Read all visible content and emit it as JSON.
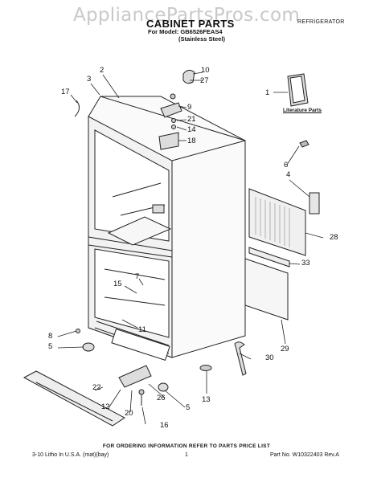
{
  "watermark": "AppliancePartsPros.com",
  "header": {
    "title": "CABINET PARTS",
    "doc_type": "REFRIGERATOR",
    "model_line": "For Model: GB6526FEAS4",
    "finish": "(Stainless Steel)"
  },
  "literature_label": "Literature Parts",
  "callouts": [
    "1",
    "2",
    "3",
    "4",
    "5",
    "5",
    "6",
    "7",
    "8",
    "9",
    "10",
    "11",
    "12",
    "13",
    "14",
    "15",
    "16",
    "17",
    "18",
    "20",
    "21",
    "22",
    "26",
    "27",
    "28",
    "29",
    "30",
    "33"
  ],
  "footer": {
    "note": "FOR ORDERING INFORMATION REFER TO PARTS PRICE LIST",
    "litho": "3-10 Litho In U.S.A. (mat)(bay)",
    "page": "1",
    "part_no": "Part No. W10322403 Rev.A"
  }
}
